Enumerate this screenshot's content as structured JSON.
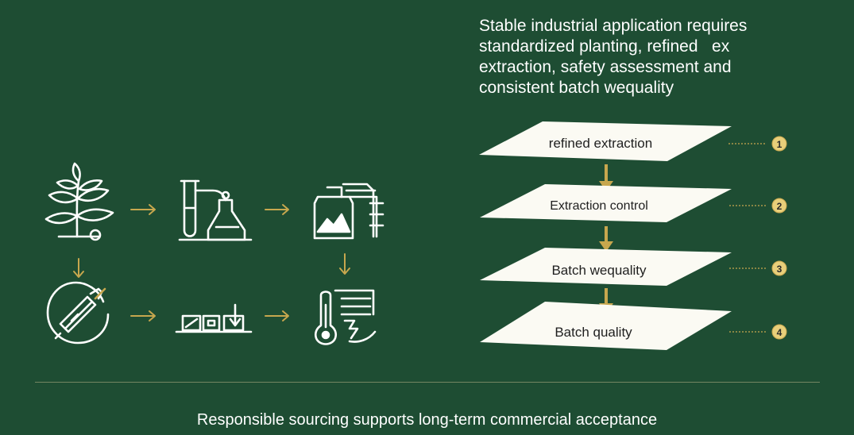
{
  "heading": {
    "lines": [
      "Stable industrial application requires",
      "standardized planting, refined   ex",
      "extraction, safety assessment and",
      "consistent batch wequality"
    ]
  },
  "layers": [
    {
      "label": "refined extraction",
      "number": "1"
    },
    {
      "label": "Extraction control",
      "number": "2"
    },
    {
      "label": "Batch wequality",
      "number": "3"
    },
    {
      "label": "Batch quality",
      "number": "4"
    }
  ],
  "process_icons": [
    {
      "id": "plant",
      "icon": "plant-icon"
    },
    {
      "id": "lab",
      "icon": "lab-flask-icon"
    },
    {
      "id": "packaging",
      "icon": "packaging-icon"
    },
    {
      "id": "testing",
      "icon": "syringe-test-icon"
    },
    {
      "id": "batching",
      "icon": "batch-boxes-icon"
    },
    {
      "id": "safety",
      "icon": "thermometer-report-icon"
    }
  ],
  "footer": "Responsible sourcing supports long-term commercial acceptance",
  "colors": {
    "background": "#1e4d33",
    "layer_fill": "#fbfaf3",
    "accent_gold": "#c7a74e",
    "badge_fill": "#e8cf7a",
    "icon_stroke": "#ffffff",
    "text": "#ffffff"
  }
}
